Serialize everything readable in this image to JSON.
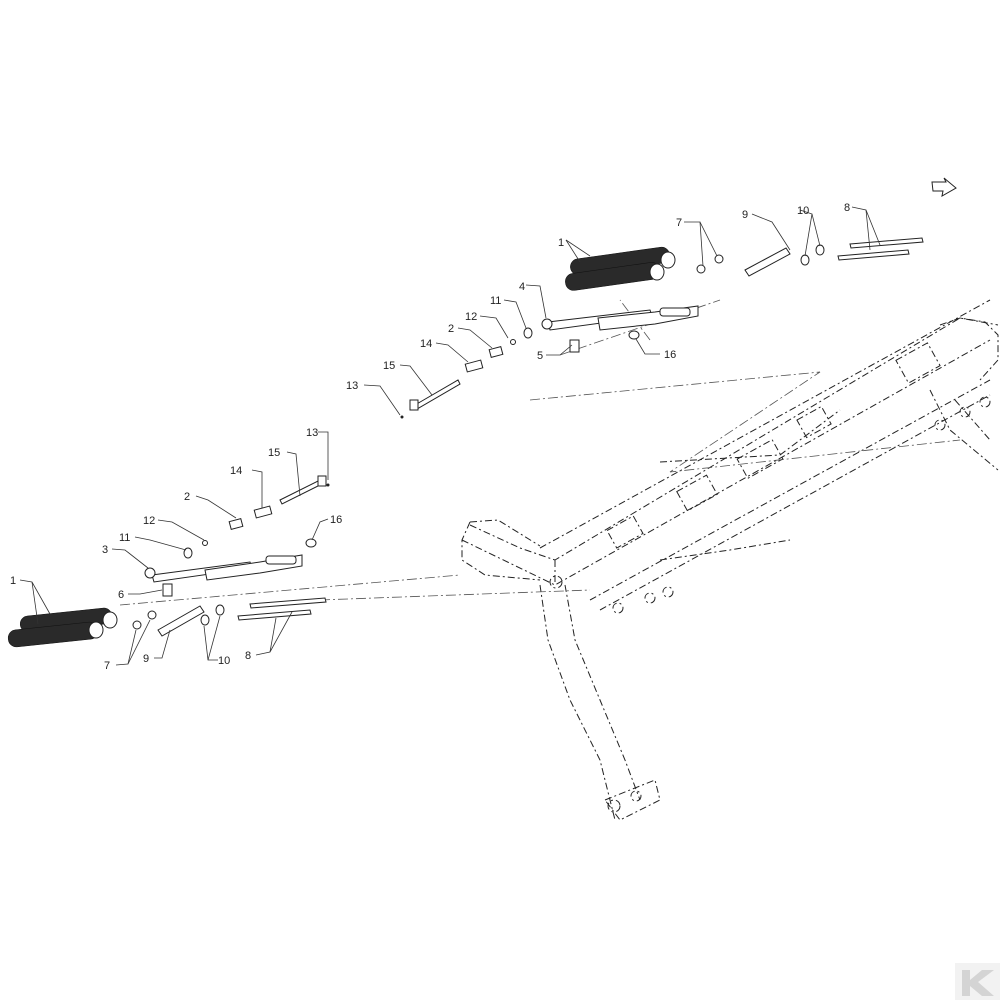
{
  "callouts": {
    "upper": {
      "c1": "1",
      "c7": "7",
      "c9": "9",
      "c10": "10",
      "c8": "8",
      "c4": "4",
      "c11": "11",
      "c12": "12",
      "c2": "2",
      "c14": "14",
      "c15": "15",
      "c13": "13",
      "c5": "5",
      "c16": "16"
    },
    "lower": {
      "c13": "13",
      "c15": "15",
      "c14": "14",
      "c2": "2",
      "c12": "12",
      "c11": "11",
      "c3": "3",
      "c16": "16",
      "c6": "6",
      "c1": "1",
      "c7": "7",
      "c9": "9",
      "c10": "10",
      "c8": "8"
    }
  },
  "icons": {
    "orientation": "orientation-arrow-icon",
    "brand": "brand-logo-icon"
  }
}
